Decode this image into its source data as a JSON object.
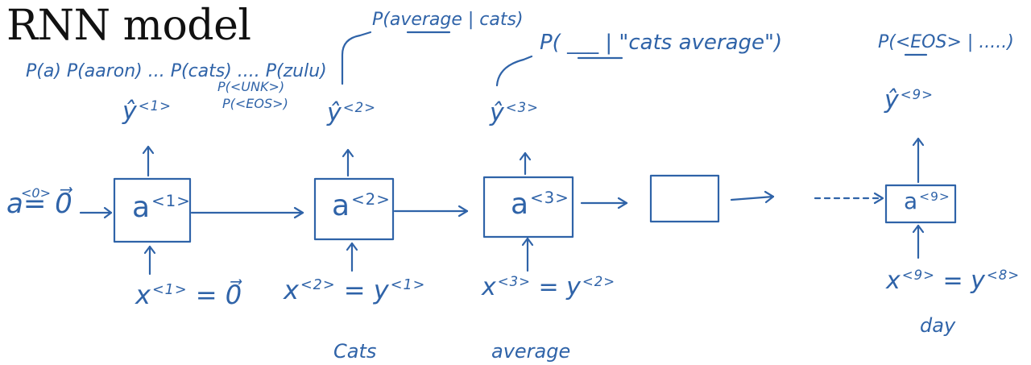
{
  "title": "RNN model",
  "colors": {
    "ink": "#2f63a8",
    "title": "#111111",
    "background": "#ffffff"
  },
  "top_probs": {
    "line1": "P(a) P(aaron) ... P(cats) .... P(zulu)",
    "unk": "P(<UNK>)",
    "eos": "P(<EOS>)"
  },
  "step2_prob": "P(average | cats)",
  "step3_prob": "P( ___ | \"cats average\")",
  "step9_prob": "P(<EOS> | .....)",
  "initial": {
    "base": "a",
    "sup": "<0>",
    "rhs": "= 0⃗"
  },
  "cells": [
    {
      "label": "a",
      "sup": "<1>"
    },
    {
      "label": "a",
      "sup": "<2>"
    },
    {
      "label": "a",
      "sup": "<3>"
    },
    {
      "label": "",
      "sup": ""
    },
    {
      "label": "a",
      "sup": "<9>"
    }
  ],
  "outputs": [
    {
      "label": "ŷ",
      "sup": "<1>"
    },
    {
      "label": "ŷ",
      "sup": "<2>"
    },
    {
      "label": "ŷ",
      "sup": "<3>"
    },
    {
      "label": "ŷ",
      "sup": "<9>"
    }
  ],
  "inputs": [
    {
      "text": "x",
      "sup": "<1>",
      "rhs": "= 0⃗"
    },
    {
      "text": "x",
      "sup": "<2>",
      "rhs": "= y",
      "rhs_sup": "<1>"
    },
    {
      "text": "x",
      "sup": "<3>",
      "rhs": "= y",
      "rhs_sup": "<2>"
    },
    {
      "text": "x",
      "sup": "<9>",
      "rhs": "= y",
      "rhs_sup": "<8>"
    }
  ],
  "words": [
    "Cats",
    "average",
    "day"
  ]
}
